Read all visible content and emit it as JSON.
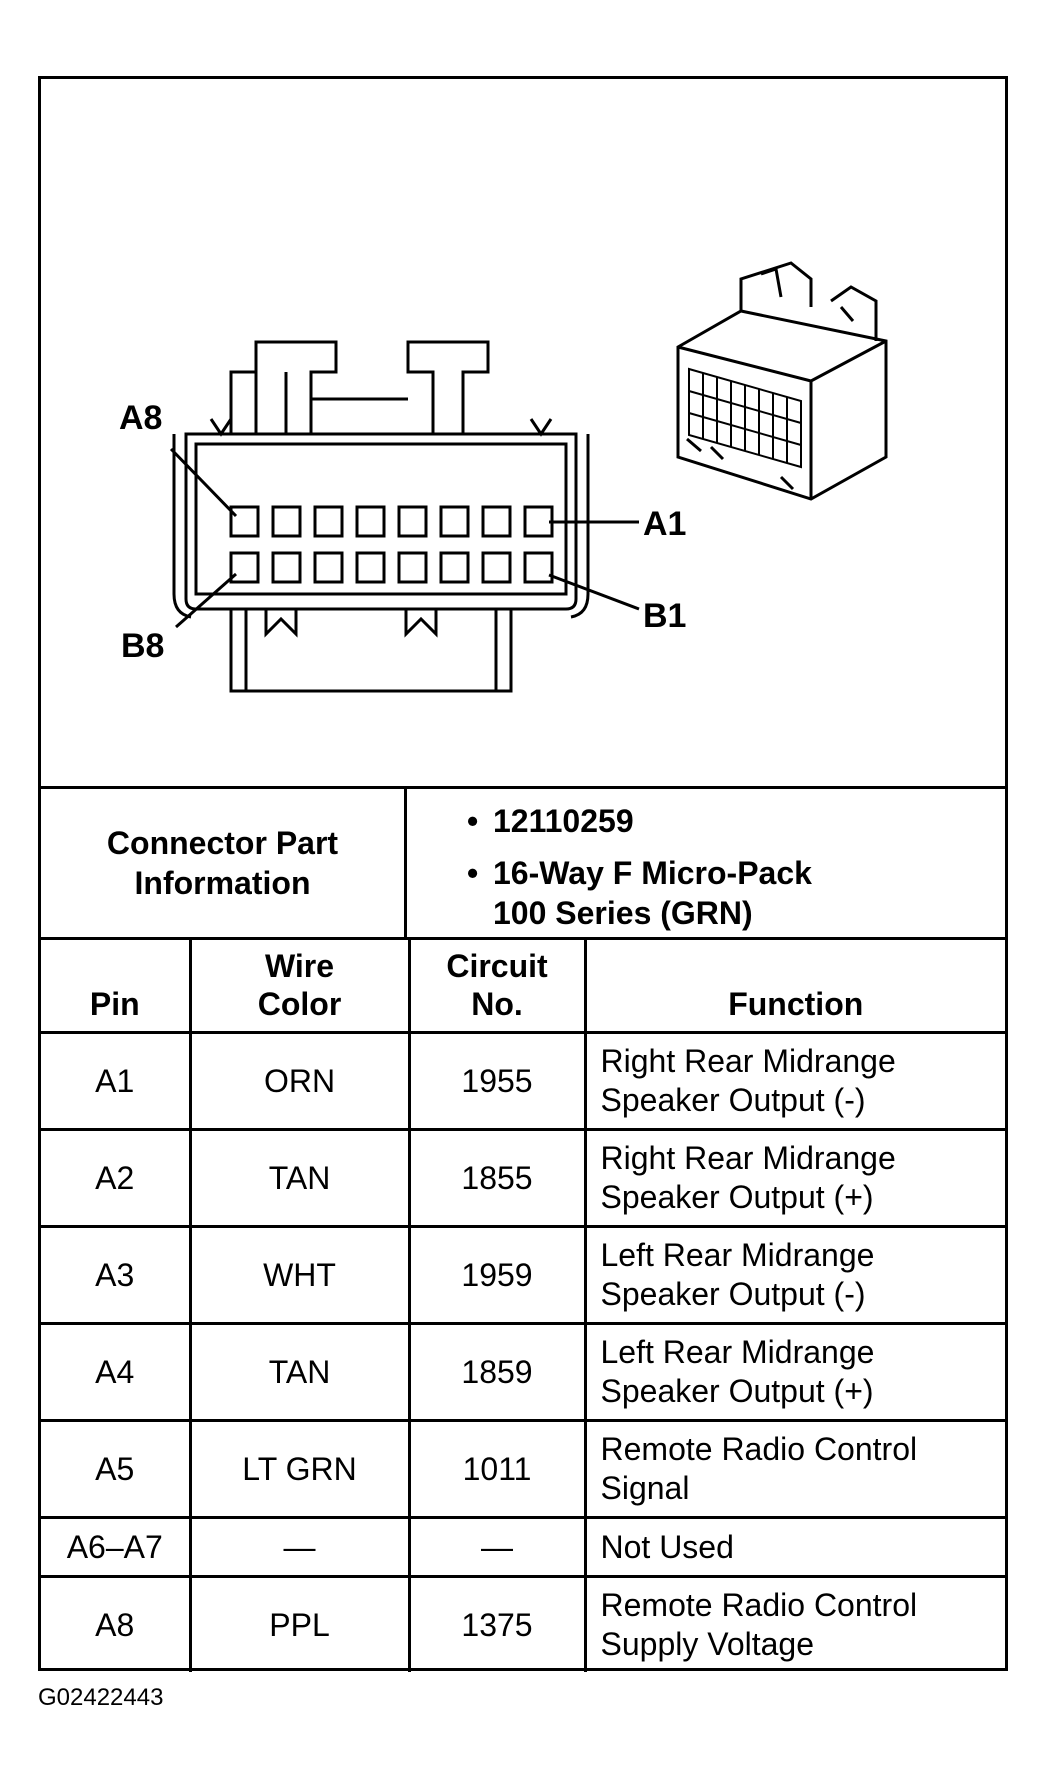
{
  "pin_labels": {
    "a8": "A8",
    "a1": "A1",
    "b8": "B8",
    "b1": "B1"
  },
  "connector_info": {
    "label_line1": "Connector Part",
    "label_line2": "Information",
    "part_number": "12110259",
    "description_line1": "16-Way F Micro-Pack",
    "description_line2": "100 Series (GRN)"
  },
  "table": {
    "headers": {
      "pin": "Pin",
      "wire_line1": "Wire",
      "wire_line2": "Color",
      "circuit_line1": "Circuit",
      "circuit_line2": "No.",
      "function": "Function"
    },
    "rows": [
      {
        "pin": "A1",
        "wire": "ORN",
        "circuit": "1955",
        "function_line1": "Right Rear Midrange",
        "function_line2": "Speaker Output (-)"
      },
      {
        "pin": "A2",
        "wire": "TAN",
        "circuit": "1855",
        "function_line1": "Right Rear Midrange",
        "function_line2": "Speaker Output (+)"
      },
      {
        "pin": "A3",
        "wire": "WHT",
        "circuit": "1959",
        "function_line1": "Left Rear Midrange",
        "function_line2": "Speaker Output (-)"
      },
      {
        "pin": "A4",
        "wire": "TAN",
        "circuit": "1859",
        "function_line1": "Left Rear Midrange",
        "function_line2": "Speaker Output (+)"
      },
      {
        "pin": "A5",
        "wire": "LT GRN",
        "circuit": "1011",
        "function_line1": "Remote Radio Control",
        "function_line2": "Signal"
      },
      {
        "pin": "A6–A7",
        "wire": "—",
        "circuit": "—",
        "function_line1": "Not Used",
        "function_line2": ""
      },
      {
        "pin": "A8",
        "wire": "PPL",
        "circuit": "1375",
        "function_line1": "Remote Radio Control",
        "function_line2": "Supply Voltage"
      }
    ]
  },
  "figure_id": "G02422443"
}
